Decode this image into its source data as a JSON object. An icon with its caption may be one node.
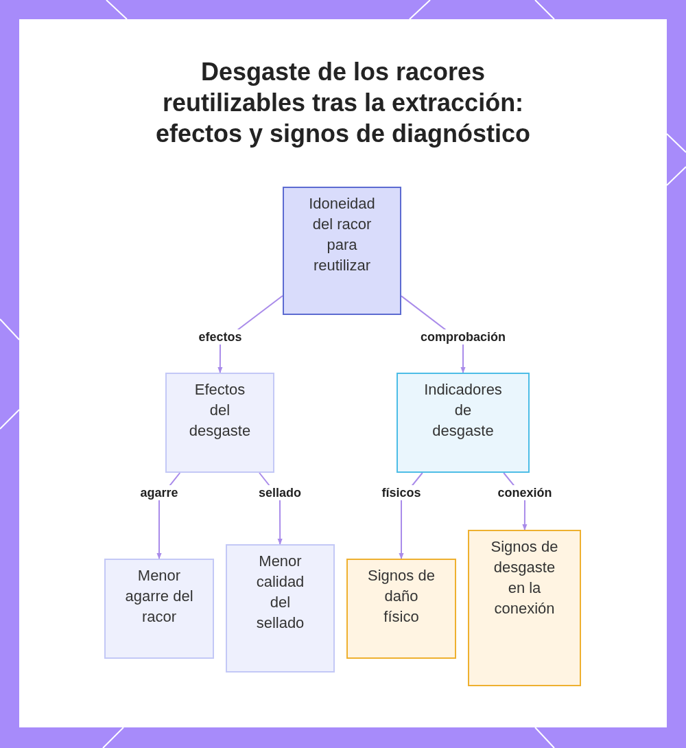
{
  "diagram": {
    "title": "Desgaste de los racores reutilizables tras la extracción: efectos y signos de diagnóstico",
    "nodes": [
      {
        "text": [
          "Idoneidad del racor para reutilizar"
        ]
      },
      {
        "text": [
          "Efectos del desgaste"
        ]
      },
      {
        "text": [
          "Indicadores de desgaste"
        ]
      },
      {
        "text": [
          "Menor agarre del racor"
        ]
      },
      {
        "text": [
          "Menor calidad del sellado"
        ]
      },
      {
        "text": [
          "Signos de daño físico"
        ]
      },
      {
        "text": [
          "Signos de desgaste en la conexión"
        ]
      }
    ],
    "edges": [
      {
        "from": 0,
        "to": 1,
        "arrow": "to",
        "label": "efectos"
      },
      {
        "from": 0,
        "to": 2,
        "arrow": "to",
        "label": "comprobación"
      },
      {
        "from": 1,
        "to": 3,
        "arrow": "to",
        "label": "agarre"
      },
      {
        "from": 1,
        "to": 4,
        "arrow": "to",
        "label": "sellado"
      },
      {
        "from": 2,
        "to": 5,
        "arrow": "to",
        "label": "físicos"
      },
      {
        "from": 2,
        "to": 6,
        "arrow": "to",
        "label": "conexión"
      }
    ]
  }
}
